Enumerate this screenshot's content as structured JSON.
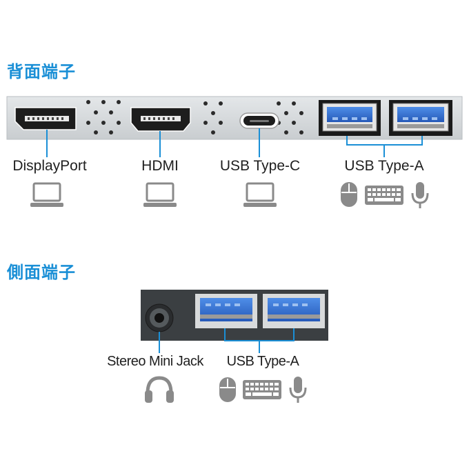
{
  "rear": {
    "heading": "背面端子",
    "ports": [
      {
        "label": "DisplayPort",
        "icon": "laptop-icon"
      },
      {
        "label": "HDMI",
        "icon": "laptop-icon"
      },
      {
        "label": "USB Type-C",
        "icon": "laptop-icon"
      },
      {
        "label": "USB Type-A",
        "icons": [
          "mouse-icon",
          "keyboard-icon",
          "microphone-icon"
        ]
      }
    ]
  },
  "side": {
    "heading": "側面端子",
    "ports": [
      {
        "label": "Stereo Mini Jack",
        "icon": "headphones-icon"
      },
      {
        "label": "USB Type-A",
        "icons": [
          "mouse-icon",
          "keyboard-icon",
          "microphone-icon"
        ]
      }
    ]
  },
  "colors": {
    "accent": "#1a8fd6",
    "usb_blue": "#2f6fd0",
    "icon_gray": "#8a8a8a",
    "panel_light": "#d6dadc",
    "panel_dark": "#3b3f42"
  }
}
